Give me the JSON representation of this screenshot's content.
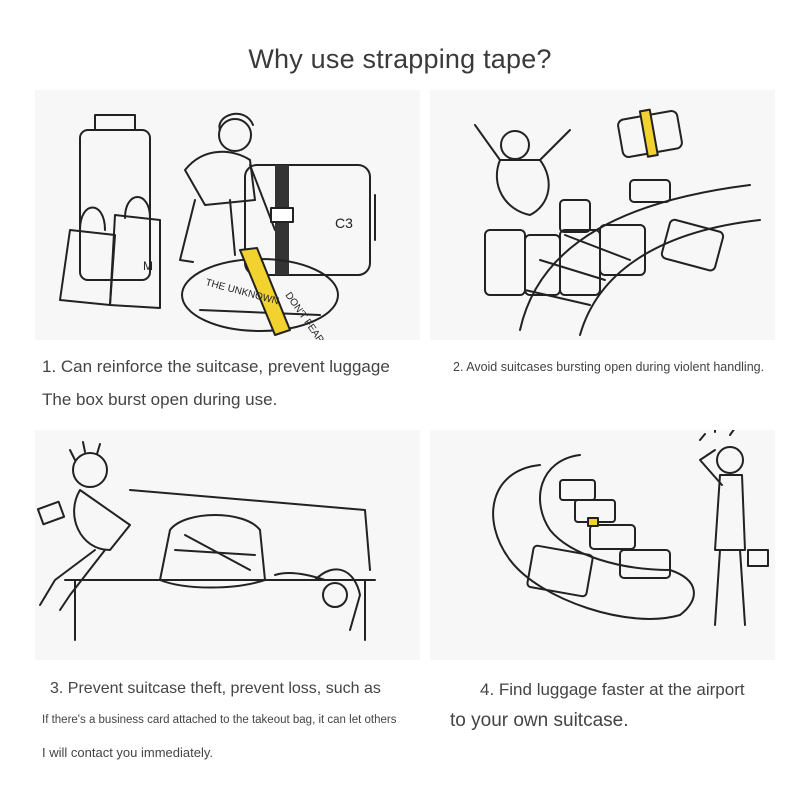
{
  "header": {
    "title": "Why use strapping tape?"
  },
  "panels": {
    "one": {
      "caption_line1": "1. Can reinforce the suitcase, prevent luggage",
      "caption_line2": "The box burst open during use.",
      "bag_letter": "M",
      "suitcase_mark": "C3",
      "suitcase_text_1": "DON'T FEAR",
      "suitcase_text_2": "THE UNKNOWN"
    },
    "two": {
      "caption": "2. Avoid suitcases bursting open during violent handling."
    },
    "three": {
      "caption_line1": "3. Prevent suitcase theft, prevent loss, such as",
      "caption_line2": "If there's a business card attached to the takeout bag, it can let others",
      "caption_line3": "I will contact you immediately."
    },
    "four": {
      "caption_line1": "4. Find luggage faster at the airport",
      "caption_line2": "to your own suitcase."
    }
  },
  "colors": {
    "strap": "#f2d22e",
    "ink": "#222222",
    "panel_bg": "#f7f7f7"
  }
}
